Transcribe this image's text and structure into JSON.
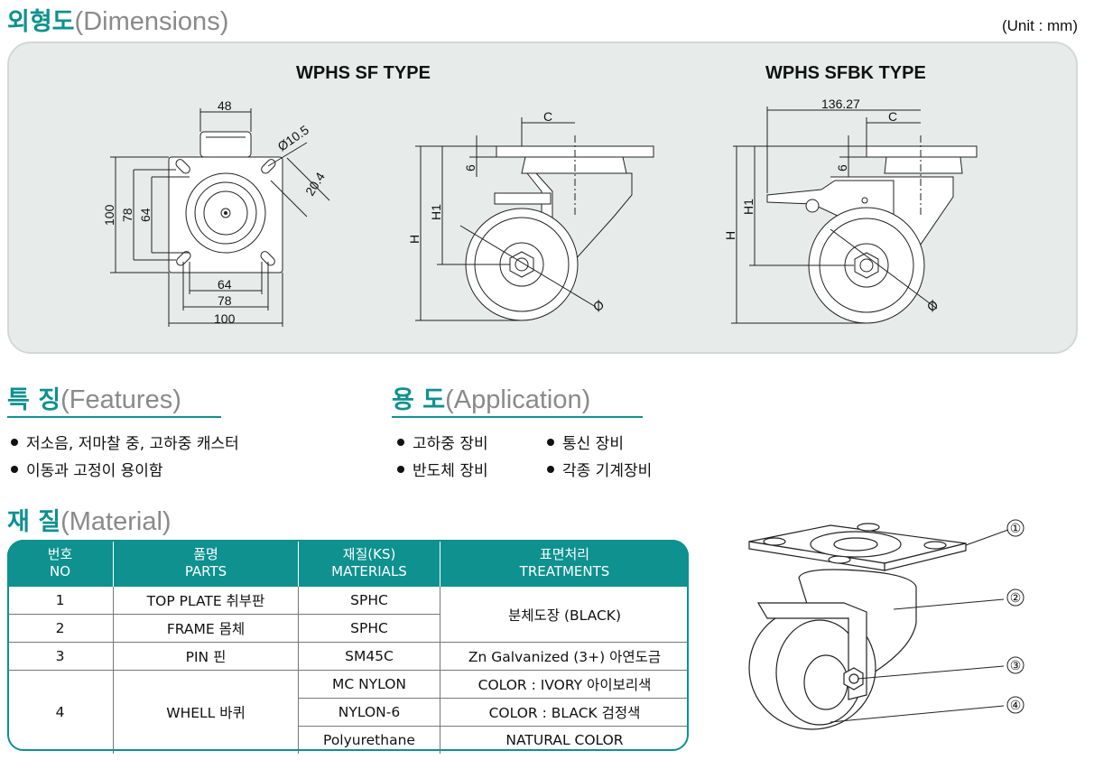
{
  "dimensions": {
    "title_ko": "외형도",
    "title_en": "(Dimensions)",
    "unit": "(Unit : mm)"
  },
  "drawings": {
    "sf_label": "WPHS SF TYPE",
    "sfbk_label": "WPHS SFBK TYPE",
    "top_view": {
      "d48": "48",
      "d10_5": "Ø10.5",
      "d20_4": "20.4",
      "v100": "100",
      "v78": "78",
      "v64": "64",
      "h64": "64",
      "h78": "78",
      "h100": "100"
    },
    "side_sf": {
      "c": "C",
      "six": "6",
      "h1": "H1",
      "h": "H",
      "phi": "Ø"
    },
    "side_sfbk": {
      "width": "136.27",
      "c": "C",
      "six": "6",
      "h1": "H1",
      "h": "H",
      "phi": "Ø"
    }
  },
  "features": {
    "title_ko": "특 징",
    "title_en": "(Features)",
    "items": [
      "저소음, 저마찰 중, 고하중 캐스터",
      "이동과 고정이 용이함"
    ]
  },
  "application": {
    "title_ko": "용 도",
    "title_en": "(Application)",
    "items": [
      "고하중 장비",
      "통신 장비",
      "반도체 장비",
      "각종 기계장비"
    ]
  },
  "material": {
    "title_ko": "재 질",
    "title_en": "(Material)",
    "headers": [
      [
        "번호",
        "NO"
      ],
      [
        "품명",
        "PARTS"
      ],
      [
        "재질(KS)",
        "MATERIALS"
      ],
      [
        "표면처리",
        "TREATMENTS"
      ]
    ],
    "rows": [
      {
        "no": "1",
        "part": "TOP PLATE 취부판",
        "mat": "SPHC"
      },
      {
        "no": "2",
        "part": "FRAME 몸체",
        "mat": "SPHC"
      },
      {
        "no": "3",
        "part": "PIN 핀",
        "mat": "SM45C",
        "treat": "Zn Galvanized (3+) 아연도금"
      },
      {
        "no": "4",
        "part": "WHELL 바퀴",
        "mat": "MC NYLON",
        "treat": "COLOR : IVORY 아이보리색"
      },
      {
        "mat": "NYLON-6",
        "treat": "COLOR : BLACK 검정색"
      },
      {
        "mat": "Polyurethane",
        "treat": "NATURAL COLOR"
      }
    ],
    "treat_merged": "분체도장 (BLACK)"
  },
  "callouts": [
    "①",
    "②",
    "③",
    "④"
  ],
  "colors": {
    "accent": "#0e918f",
    "panel": "#e7eceb",
    "subtitle": "#8a8a8a"
  }
}
